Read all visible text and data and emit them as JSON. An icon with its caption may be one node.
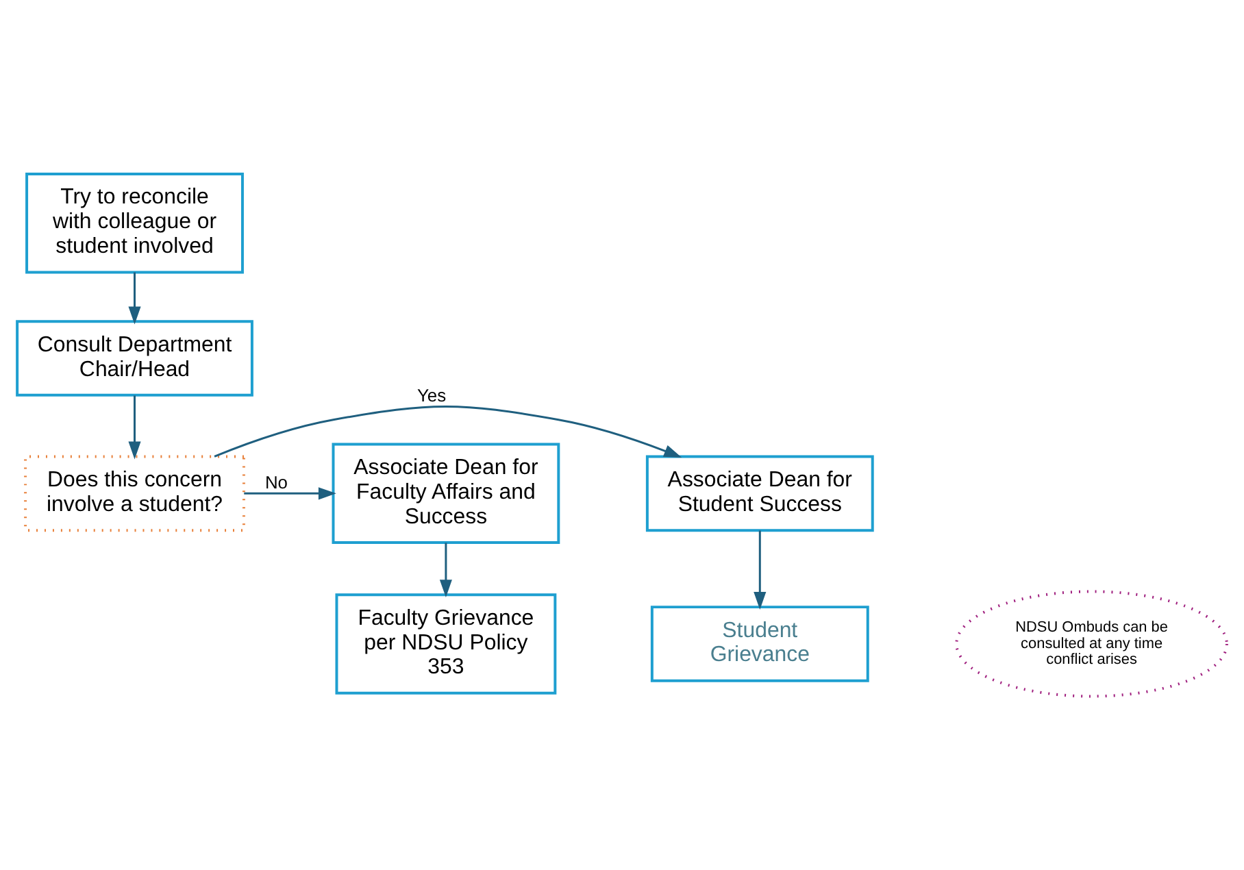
{
  "diagram": {
    "nodes": [
      {
        "text": [
          "Try to reconcile with colleague or student involved"
        ]
      },
      {
        "text": [
          "Consult Department Chair/Head"
        ]
      },
      {
        "text": [
          "Does this concern involve a student?"
        ]
      },
      {
        "text": [
          "Associate Dean for Student Success"
        ]
      },
      {
        "text": [
          "Associate Dean for Faculty Affairs and Success"
        ]
      },
      {
        "text": [
          "Student Grievance"
        ]
      },
      {
        "text": [
          "NDSU Ombuds can be consulted at any time conflict arises"
        ]
      },
      {
        "text": [
          "Faculty Grievance per NDSU Policy 353"
        ]
      }
    ],
    "edges": [
      {
        "from": 0,
        "to": 1,
        "arrow": "to"
      },
      {
        "from": 1,
        "to": 2,
        "arrow": "to"
      },
      {
        "from": 2,
        "to": 3,
        "arrow": "to",
        "label": "Yes"
      },
      {
        "from": 2,
        "to": 4,
        "arrow": "to",
        "label": "No"
      },
      {
        "from": 3,
        "to": 5,
        "arrow": "to"
      },
      {
        "from": 4,
        "to": 7,
        "arrow": "to"
      }
    ]
  }
}
